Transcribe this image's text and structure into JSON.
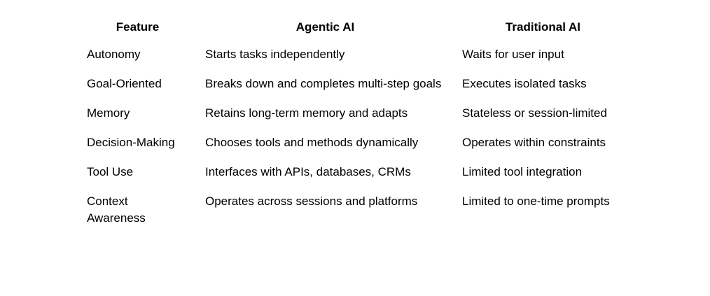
{
  "table": {
    "headers": [
      "Feature",
      "Agentic AI",
      "Traditional AI"
    ],
    "rows": [
      [
        "Autonomy",
        "Starts tasks independently",
        "Waits for user input"
      ],
      [
        "Goal-Oriented",
        "Breaks down and completes multi-step goals",
        "Executes isolated tasks"
      ],
      [
        "Memory",
        "Retains long-term memory and adapts",
        "Stateless or session-limited"
      ],
      [
        "Decision-Making",
        "Chooses tools and methods dynamically",
        "Operates within constraints"
      ],
      [
        "Tool Use",
        "Interfaces with APIs, databases, CRMs",
        "Limited tool integration"
      ],
      [
        "Context Awareness",
        "Operates across sessions and platforms",
        "Limited to one-time prompts"
      ]
    ]
  }
}
